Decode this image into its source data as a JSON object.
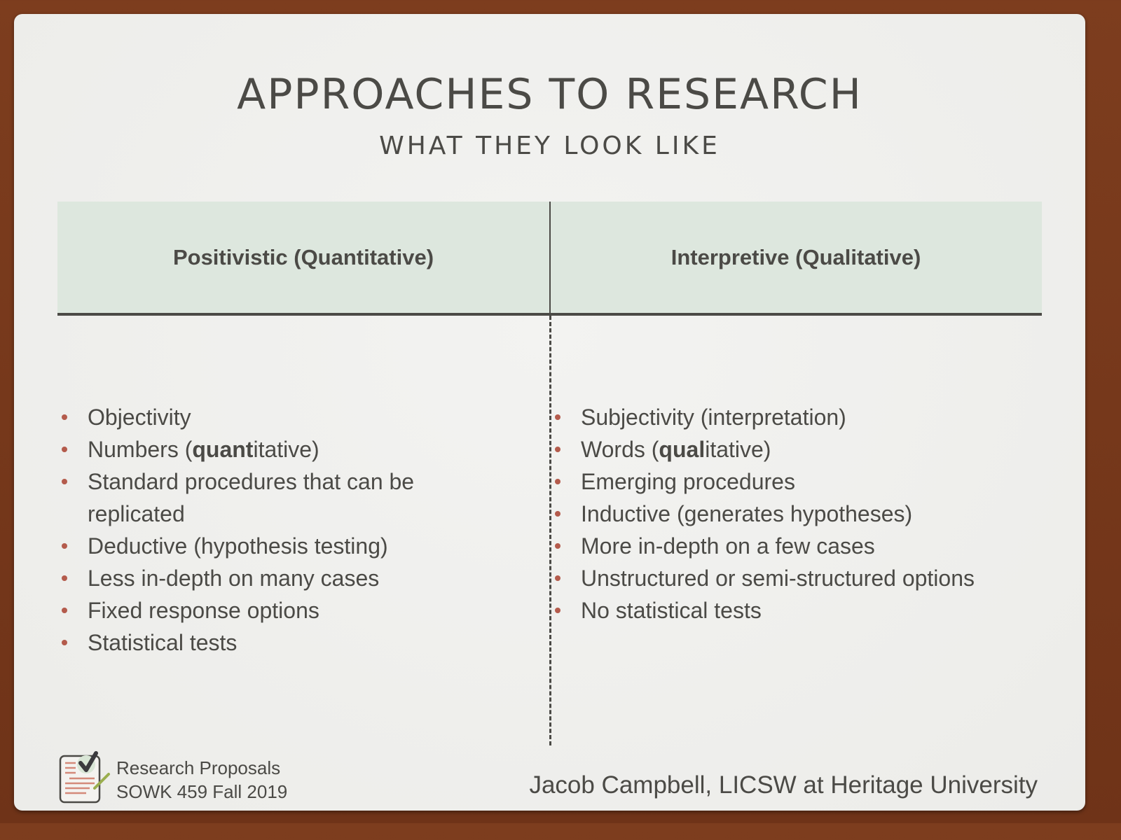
{
  "slide": {
    "title": "APPROACHES TO RESEARCH",
    "subtitle": "WHAT THEY LOOK LIKE"
  },
  "table": {
    "columns": [
      {
        "header": "Positivistic (Quantitative)",
        "items": [
          {
            "pre": "Objectivity",
            "bold": "",
            "post": ""
          },
          {
            "pre": "Numbers (",
            "bold": "quant",
            "post": "itative)"
          },
          {
            "pre": "Standard procedures that can be replicated",
            "bold": "",
            "post": ""
          },
          {
            "pre": "Deductive (hypothesis testing)",
            "bold": "",
            "post": ""
          },
          {
            "pre": "Less in-depth on many cases",
            "bold": "",
            "post": ""
          },
          {
            "pre": "Fixed response options",
            "bold": "",
            "post": ""
          },
          {
            "pre": "Statistical tests",
            "bold": "",
            "post": ""
          }
        ]
      },
      {
        "header": "Interpretive (Qualitative)",
        "items": [
          {
            "pre": "Subjectivity (interpretation)",
            "bold": "",
            "post": ""
          },
          {
            "pre": "Words (",
            "bold": "qual",
            "post": "itative)"
          },
          {
            "pre": "Emerging procedures",
            "bold": "",
            "post": ""
          },
          {
            "pre": "Inductive (generates hypotheses)",
            "bold": "",
            "post": ""
          },
          {
            "pre": "More in-depth on a few cases",
            "bold": "",
            "post": ""
          },
          {
            "pre": "Unstructured or semi-structured options",
            "bold": "",
            "post": ""
          },
          {
            "pre": "No statistical tests",
            "bold": "",
            "post": ""
          }
        ]
      }
    ]
  },
  "footer": {
    "icon": "checklist-document-icon",
    "course_line1": "Research Proposals",
    "course_line2": "SOWK 459 Fall 2019",
    "author": "Jacob Campbell, LICSW at Heritage University"
  },
  "colors": {
    "frame": "#7a3a1c",
    "slide_bg": "#efefec",
    "header_band": "#dde7de",
    "text": "#4b4a46",
    "bullet": "#b45b4c"
  }
}
